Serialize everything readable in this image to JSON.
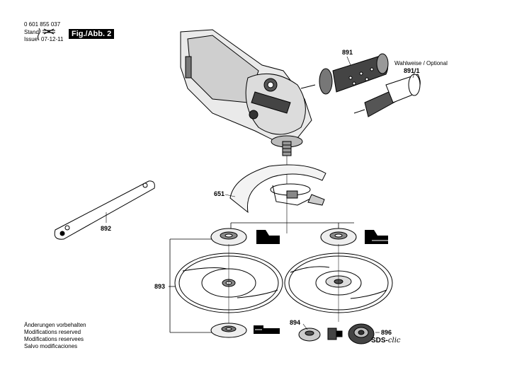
{
  "header": {
    "part_number": "0 601 855 037",
    "stand_label": "Stand",
    "issue_label": "Issue",
    "issue_date": "07-12-11",
    "figure_label": "Fig./Abb. 2"
  },
  "notes": {
    "line1": "Änderungen vorbehalten",
    "line2": "Modifications reserved",
    "line3": "Modifications reservees",
    "line4": "Salvo modificaciones"
  },
  "callouts": {
    "handle": "891",
    "optional_text": "Wahlweise / Optional",
    "optional_handle": "891/1",
    "guard": "651",
    "wrench": "892",
    "disc_set": "893",
    "nut": "894",
    "sds_nut": "896",
    "sds_brand": "SDS-",
    "sds_brand_script": "clic"
  }
}
